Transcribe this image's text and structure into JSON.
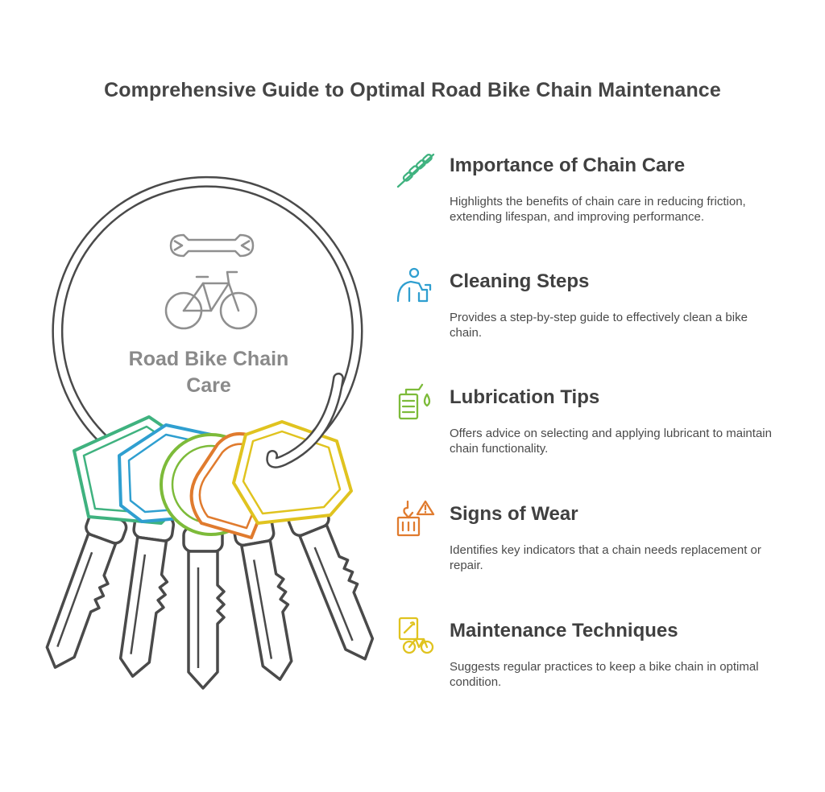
{
  "title": "Comprehensive Guide to Optimal Road Bike Chain Maintenance",
  "center": {
    "label": "Road Bike Chain Care",
    "icons": [
      "wrench-icon",
      "bicycle-icon"
    ]
  },
  "items": [
    {
      "heading": "Importance of Chain Care",
      "description": "Highlights the benefits of chain care in reducing friction, extending lifespan, and improving performance.",
      "icon": "chain-icon",
      "color": "#3fb27f"
    },
    {
      "heading": "Cleaning Steps",
      "description": "Provides a step-by-step guide to effectively clean a bike chain.",
      "icon": "cleaning-person-icon",
      "color": "#2f9fd0"
    },
    {
      "heading": "Lubrication Tips",
      "description": "Offers advice on selecting and applying lubricant to maintain chain functionality.",
      "icon": "oil-can-icon",
      "color": "#7dbb3a"
    },
    {
      "heading": "Signs of Wear",
      "description": "Identifies key indicators that a chain needs replacement or repair.",
      "icon": "warning-crate-icon",
      "color": "#e07b2e"
    },
    {
      "heading": "Maintenance Techniques",
      "description": "Suggests regular practices to keep a bike chain in optimal condition.",
      "icon": "bike-repair-icon",
      "color": "#e0c31f"
    }
  ],
  "key_colors": [
    "#3fb27f",
    "#2f9fd0",
    "#7dbb3a",
    "#e07b2e",
    "#e0c31f"
  ]
}
